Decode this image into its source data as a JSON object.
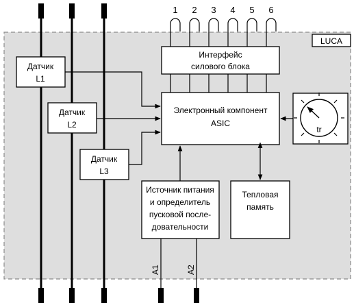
{
  "module_label": "LUCA",
  "terminals": [
    "1",
    "2",
    "3",
    "4",
    "5",
    "6"
  ],
  "interface_block": [
    "Интерфейс",
    "силового блока"
  ],
  "asic_block": [
    "Электронный компонент",
    "ASIC"
  ],
  "sensors": [
    [
      "Датчик",
      "L1"
    ],
    [
      "Датчик",
      "L2"
    ],
    [
      "Датчик",
      "L3"
    ]
  ],
  "power_block": [
    "Источник питания",
    "и определитель",
    "пусковой после-",
    "довательности"
  ],
  "thermal_block": [
    "Тепловая",
    "память"
  ],
  "dial_label": "tr",
  "supply_pins": [
    "A1",
    "A2"
  ],
  "colors": {
    "module_fill": "#dedede",
    "module_border": "#8a8a8a",
    "line": "#000000"
  }
}
